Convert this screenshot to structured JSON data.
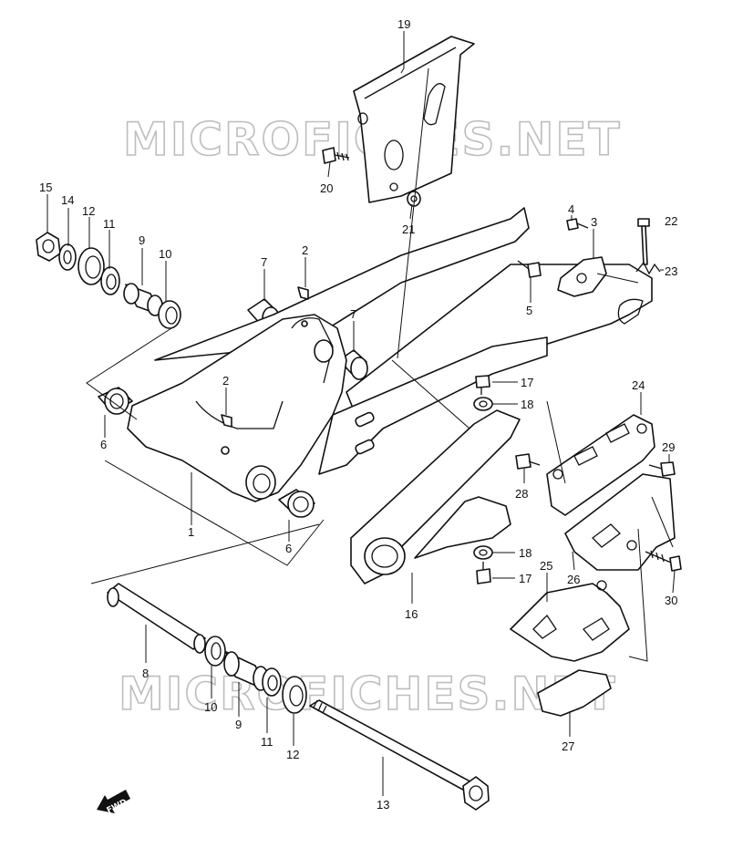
{
  "watermark": {
    "text": "MICROFICHES.NET"
  },
  "fwd": {
    "text": "FWD"
  },
  "callouts": {
    "c1": "1",
    "c2a": "2",
    "c2b": "2",
    "c3": "3",
    "c4": "4",
    "c5": "5",
    "c6a": "6",
    "c6b": "6",
    "c7a": "7",
    "c7b": "7",
    "c8": "8",
    "c9a": "9",
    "c9b": "9",
    "c10a": "10",
    "c10b": "10",
    "c11a": "11",
    "c11b": "11",
    "c12a": "12",
    "c12b": "12",
    "c13": "13",
    "c14": "14",
    "c15": "15",
    "c16": "16",
    "c17a": "17",
    "c17b": "17",
    "c18a": "18",
    "c18b": "18",
    "c19": "19",
    "c20": "20",
    "c21": "21",
    "c22": "22",
    "c23": "23",
    "c24": "24",
    "c25": "25",
    "c26": "26",
    "c27": "27",
    "c28": "28",
    "c29": "29",
    "c30": "30"
  }
}
